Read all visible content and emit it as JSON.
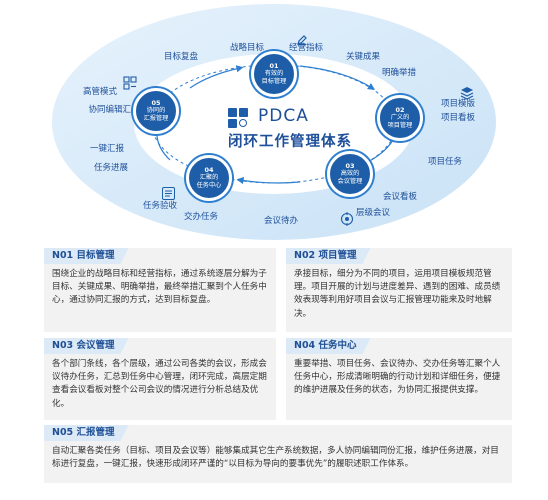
{
  "center": {
    "brand": "PDCA",
    "subtitle": "闭环工作管理体系"
  },
  "nodes": [
    {
      "num": "01",
      "lines": [
        "有效的",
        "目标管理"
      ]
    },
    {
      "num": "02",
      "lines": [
        "广义的",
        "项目管理"
      ]
    },
    {
      "num": "03",
      "lines": [
        "高效的",
        "会议管理"
      ]
    },
    {
      "num": "04",
      "lines": [
        "汇聚的",
        "任务中心"
      ]
    },
    {
      "num": "05",
      "lines": [
        "协同的",
        "汇报管理"
      ]
    }
  ],
  "labels": {
    "strategy_goal": "战略目标",
    "ops_indicator": "经营指标",
    "key_result": "关键成果",
    "clear_measure": "明确举措",
    "project_template": "项目模版",
    "project_board": "项目看板",
    "project_task": "项目任务",
    "meeting_board": "会议看板",
    "level_meeting": "层级会议",
    "meeting_pending": "会议待办",
    "handover_task": "交办任务",
    "task_acceptance": "任务验收",
    "task_progress": "任务进展",
    "one_click_report": "一键汇报",
    "collab_report": "协同编辑汇报",
    "manager_mode": "高管模式",
    "goal_review": "目标复盘"
  },
  "icons": [
    "pdca-logo-icon",
    "pen-icon",
    "goal-list-icon",
    "layers-icon",
    "target-icon",
    "task-list-icon",
    "org-chart-icon"
  ],
  "cards": [
    {
      "code": "N01",
      "title": "目标管理",
      "body": "围绕企业的战略目标和经营指标，通过系统逐层分解为子目标、关键成果、明确举措，最终举措汇聚到个人任务中心，通过协同汇报的方式，达到目标复盘。"
    },
    {
      "code": "N02",
      "title": "项目管理",
      "body": "承接目标，细分为不同的项目，运用项目模板规范管理。项目开展的计划与进度差异、遇到的困难、成员绩效表现等利用好项目会议与汇报管理功能来及时地解决。"
    },
    {
      "code": "N03",
      "title": "会议管理",
      "body": "各个部门条线，各个层级，通过公司各类的会议，形成会议待办任务，汇总到任务中心管理，闭环完成，高层定期查看会议看板对整个公司会议的情况进行分析总结及优化。"
    },
    {
      "code": "N04",
      "title": "任务中心",
      "body": "重要举措、项目任务、会议待办、交办任务等汇聚个人任务中心，形成清晰明确的行动计划和详细任务，便捷的维护进展及任务的状态，为协同汇报提供支撑。"
    },
    {
      "code": "N05",
      "title": "汇报管理",
      "body": "自动汇聚各类任务（目标、项目及会议等）能够集成其它生产系统数据，多人协同编辑同份汇报，维护任务进展，对目标进行复盘，一键汇报，快速形成闭环严谨的“以目标为导向的要事优先”的履职述职工作体系。"
    }
  ],
  "colors": {
    "primary": "#1e5ea8",
    "ring_light": "#d4e8f8",
    "card_bg": "#f2f2f2",
    "title_bg": "#dce9f7"
  }
}
